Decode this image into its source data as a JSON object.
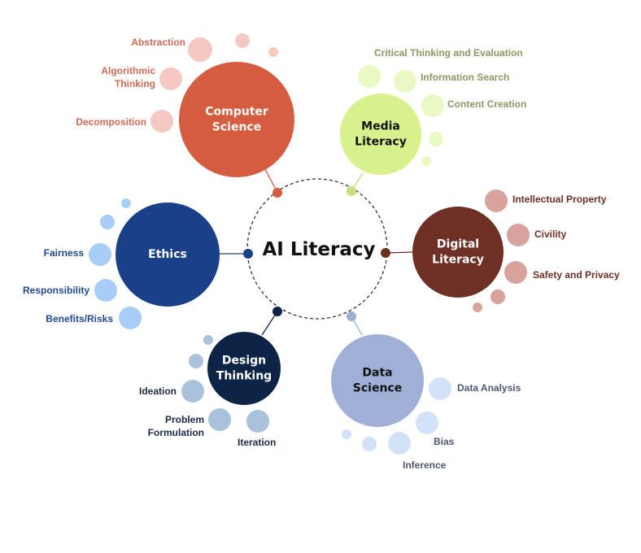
{
  "title": "AI Literacy",
  "colors": {
    "hub_ring": "#333333",
    "computer_science": "#d65c3f",
    "media_literacy": "#d7f28d",
    "digital_literacy": "#6e2f24",
    "data_science": "#9fafd6",
    "design_thinking": "#0e2447",
    "ethics": "#1a4087"
  },
  "nodes": [
    {
      "id": "computer-science",
      "label_lines": [
        "Computer",
        "Science"
      ],
      "colors": {
        "node": "#d65c3f",
        "node_text": "#ffffff",
        "bubble": "#f5c9c1",
        "label": "#cf6a55",
        "connector": "#d65c3f"
      },
      "subtopics": [
        {
          "lines": [
            "Abstraction"
          ]
        },
        {
          "lines": [
            "Algorithmic",
            "Thinking"
          ]
        },
        {
          "lines": [
            "Decomposition"
          ]
        }
      ]
    },
    {
      "id": "media-literacy",
      "label_lines": [
        "Media",
        "Literacy"
      ],
      "colors": {
        "node": "#d7f28d",
        "node_text": "#111111",
        "bubble": "#eaf8c3",
        "label": "#8f9663",
        "connector": "#c2e07c"
      },
      "subtopics": [
        {
          "lines": [
            "Critical Thinking and Evaluation"
          ]
        },
        {
          "lines": [
            "Information Search"
          ]
        },
        {
          "lines": [
            "Content Creation"
          ]
        }
      ]
    },
    {
      "id": "digital-literacy",
      "label_lines": [
        "Digital",
        "Literacy"
      ],
      "colors": {
        "node": "#6e2f24",
        "node_text": "#ffffff",
        "bubble": "#d8a39c",
        "label": "#6e2f24",
        "connector": "#6e2f24"
      },
      "subtopics": [
        {
          "lines": [
            "Intellectual Property"
          ]
        },
        {
          "lines": [
            "Civility"
          ]
        },
        {
          "lines": [
            "Safety and Privacy"
          ]
        }
      ]
    },
    {
      "id": "data-science",
      "label_lines": [
        "Data",
        "Science"
      ],
      "colors": {
        "node": "#9fafd6",
        "node_text": "#111111",
        "bubble": "#d3e2f9",
        "label": "#4e5870",
        "connector": "#9fafd6"
      },
      "subtopics": [
        {
          "lines": [
            "Data Analysis"
          ]
        },
        {
          "lines": [
            "Bias"
          ]
        },
        {
          "lines": [
            "Inference"
          ]
        }
      ]
    },
    {
      "id": "design-thinking",
      "label_lines": [
        "Design",
        "Thinking"
      ],
      "colors": {
        "node": "#0e2447",
        "node_text": "#ffffff",
        "bubble": "#a9c1da",
        "label": "#1c2a4a",
        "connector": "#0e2447"
      },
      "subtopics": [
        {
          "lines": [
            "Ideation"
          ]
        },
        {
          "lines": [
            "Problem",
            "Formulation"
          ]
        },
        {
          "lines": [
            "Iteration"
          ]
        }
      ]
    },
    {
      "id": "ethics",
      "label_lines": [
        "Ethics"
      ],
      "colors": {
        "node": "#1a4087",
        "node_text": "#ffffff",
        "bubble": "#a8cdf7",
        "label": "#1f4a8f",
        "connector": "#1a4087"
      },
      "subtopics": [
        {
          "lines": [
            "Fairness"
          ]
        },
        {
          "lines": [
            "Responsibility"
          ]
        },
        {
          "lines": [
            "Benefits/Risks"
          ]
        }
      ]
    }
  ]
}
